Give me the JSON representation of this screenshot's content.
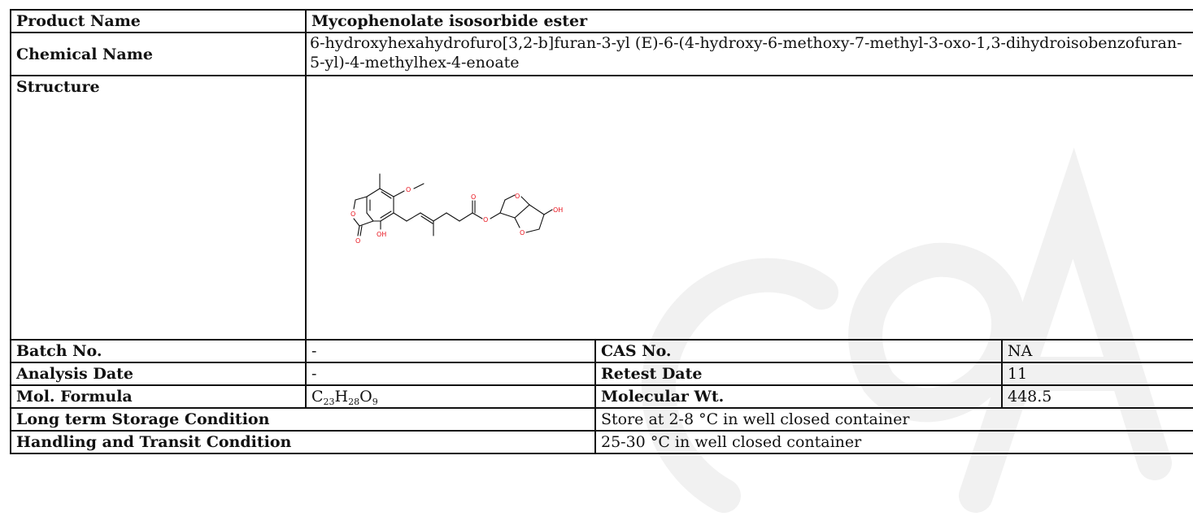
{
  "product": {
    "label": "Product Name",
    "value": "Mycophenolate isosorbide ester"
  },
  "chemical": {
    "label": "Chemical Name",
    "value": "6-hydroxyhexahydrofuro[3,2-b]furan-3-yl (E)-6-(4-hydroxy-6-methoxy-7-methyl-3-oxo-1,3-dihydroisobenzofuran-5-yl)-4-methylhex-4-enoate"
  },
  "structure": {
    "label": "Structure",
    "atom_labels": {
      "ring_oxygen": "O",
      "carbonyl_oxygen": "O",
      "methoxy_oxygen": "O",
      "hydroxy_left": "OH",
      "ester_carbonyl_oxygen": "O",
      "ester_oxygen": "O",
      "furan_oxygen_top": "O",
      "furan_oxygen_bottom": "O",
      "hydroxy_right": "OH"
    }
  },
  "batch": {
    "label": "Batch No.",
    "value": "-"
  },
  "cas": {
    "label": "CAS No.",
    "value": "NA"
  },
  "analysis": {
    "label": "Analysis Date",
    "value": "-"
  },
  "retest": {
    "label": "Retest Date",
    "value": "11"
  },
  "formula": {
    "label": "Mol. Formula",
    "parts": [
      "C",
      "23",
      "H",
      "28",
      "O",
      "9"
    ]
  },
  "molwt": {
    "label": "Molecular Wt.",
    "value": "448.5"
  },
  "storage": {
    "label": "Long term Storage Condition",
    "value": "Store at 2-8 °C in well closed container"
  },
  "handling": {
    "label": "Handling and Transit Condition",
    "value": "25-30 °C in well closed container"
  },
  "colors": {
    "border": "#111111",
    "heteroatom": "#e8101a",
    "watermark": "#f2f2f2"
  }
}
